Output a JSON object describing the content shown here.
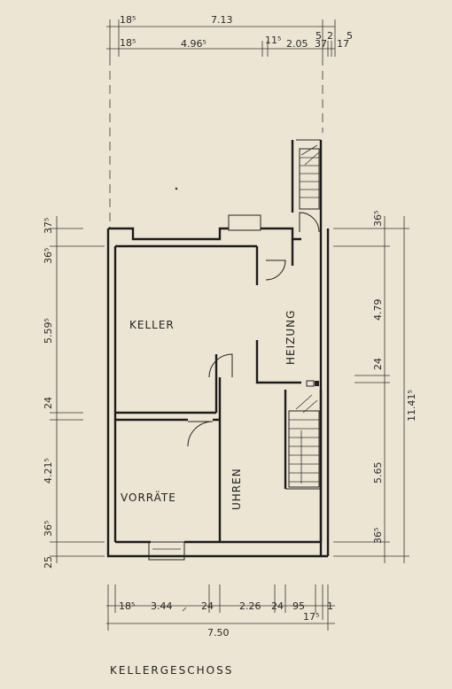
{
  "drawing_title": "KELLERGESCHOSS",
  "rooms": {
    "keller": "KELLER",
    "heizung": "HEIZUNG",
    "vorraete": "VORRÄTE",
    "uhren": "UHREN"
  },
  "dimensions": {
    "top_total": "7.13",
    "top_18a": "18⁵",
    "top_18b": "18⁵",
    "top_496": "4.96⁵",
    "top_11": "11⁵",
    "top_205": "2.05",
    "top_5": "5",
    "top_2": "2",
    "top_5b": "5",
    "top_37": "37",
    "top_17": "17",
    "left_375": "37⁵",
    "left_365a": "36⁵",
    "left_559": "5.59⁵",
    "left_24": "24",
    "left_421": "4.21⁵",
    "left_365b": "36⁵",
    "left_25": "25",
    "right_365a": "36⁵",
    "right_479": "4.79",
    "right_24": "24",
    "right_565": "5.65",
    "right_365b": "36⁵",
    "right_total": "11.41⁵",
    "bottom_18": "18⁵",
    "bottom_344": "3.44",
    "bottom_24a": "24",
    "bottom_226": "2.26",
    "bottom_24b": "24",
    "bottom_95": "95",
    "bottom_1": "1",
    "bottom_17": "17⁵",
    "bottom_total": "7.50"
  }
}
